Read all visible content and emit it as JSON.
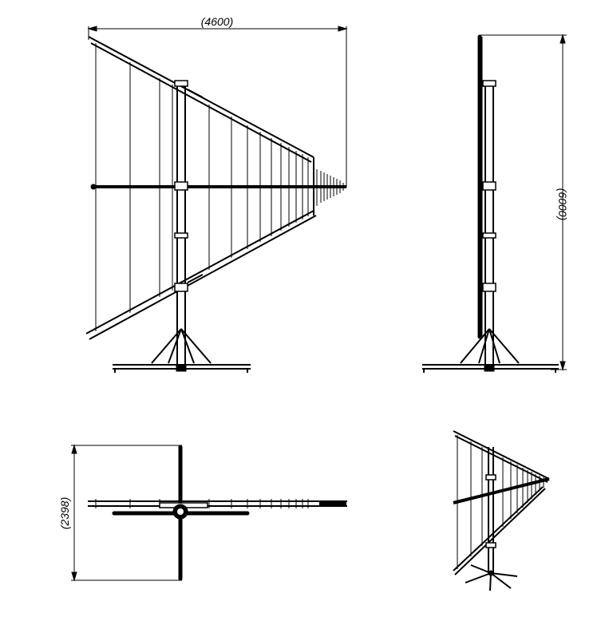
{
  "dimensions": {
    "width_label": "(4600)",
    "height_label": "(6000)",
    "depth_label": "(2398)"
  },
  "views": [
    {
      "id": "front-view"
    },
    {
      "id": "side-view"
    },
    {
      "id": "top-view"
    },
    {
      "id": "isometric-view"
    }
  ],
  "colors": {
    "line": "#000000",
    "background": "#ffffff"
  }
}
